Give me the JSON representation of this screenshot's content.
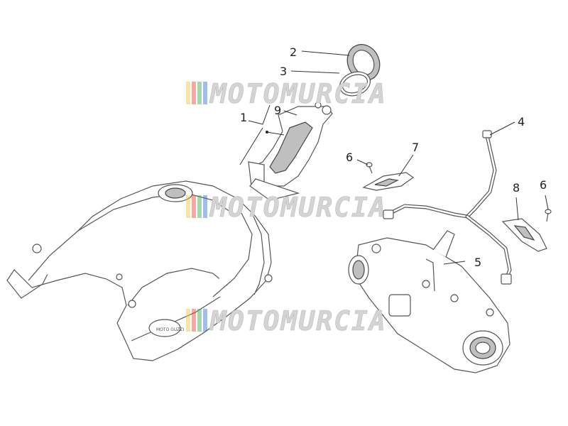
{
  "watermark": {
    "text": "MOTOMURCIA",
    "stripe_colors": [
      "#f0c040",
      "#e84030",
      "#3aa84a",
      "#2f6fd0"
    ]
  },
  "callouts": [
    {
      "num": "1"
    },
    {
      "num": "2"
    },
    {
      "num": "3"
    },
    {
      "num": "4"
    },
    {
      "num": "5"
    },
    {
      "num": "6"
    },
    {
      "num": "6"
    },
    {
      "num": "7"
    },
    {
      "num": "8"
    },
    {
      "num": "9"
    }
  ]
}
